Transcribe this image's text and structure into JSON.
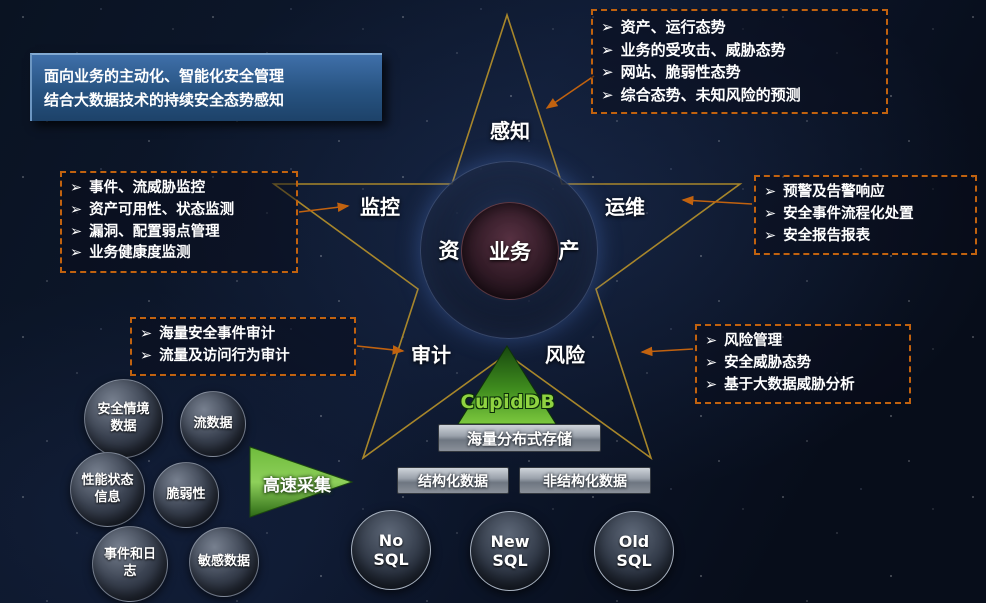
{
  "banner": {
    "line1": "面向业务的主动化、智能化安全管理",
    "line2": "结合大数据技术的持续安全态势感知"
  },
  "bullet": "➢",
  "star": {
    "center_left": "资",
    "center_mid": "业务",
    "center_right": "产",
    "points": {
      "perceive": "感知",
      "monitor": "监控",
      "ops": "运维",
      "audit": "审计",
      "risk": "风险"
    }
  },
  "callouts": {
    "perceive": [
      "资产、运行态势",
      "业务的受攻击、威胁态势",
      "网站、脆弱性态势",
      "综合态势、未知风险的预测"
    ],
    "monitor": [
      "事件、流威胁监控",
      "资产可用性、状态监测",
      "漏洞、配置弱点管理",
      "业务健康度监测"
    ],
    "ops": [
      "预警及告警响应",
      "安全事件流程化处置",
      "安全报告报表"
    ],
    "audit": [
      "海量安全事件审计",
      "流量及访问行为审计"
    ],
    "risk": [
      "风险管理",
      "安全威胁态势",
      "基于大数据威胁分析"
    ]
  },
  "storage": {
    "db_name": "CupidDB",
    "layer_storage": "海量分布式存储",
    "structured": "结构化数据",
    "unstructured": "非结构化数据",
    "sql": [
      {
        "l1": "No",
        "l2": "SQL"
      },
      {
        "l1": "New",
        "l2": "SQL"
      },
      {
        "l1": "Old",
        "l2": "SQL"
      }
    ]
  },
  "collection": {
    "label": "高速采集",
    "bubbles": [
      "安全情境数据",
      "流数据",
      "性能状态信息",
      "脆弱性",
      "事件和日志",
      "敏感数据"
    ]
  },
  "colors": {
    "accent_orange": "#c1620f",
    "star_gold": "#b08c2a",
    "arrow_green": "#5fae2e",
    "db_green": "#8fd341",
    "banner_blue": "#275381"
  }
}
